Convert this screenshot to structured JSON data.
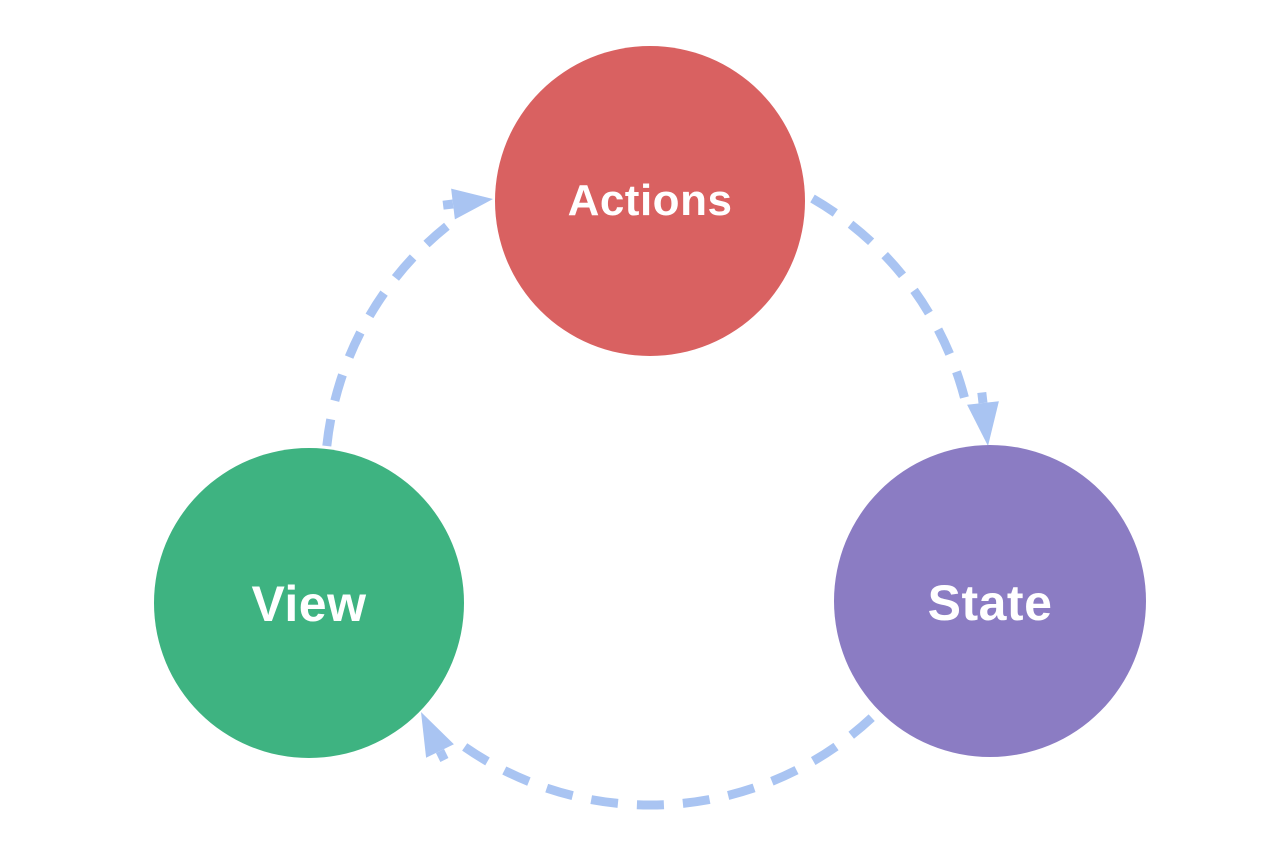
{
  "diagram": {
    "type": "cycle-flow",
    "background": "#ffffff",
    "arrow_color": "#a9c4f2",
    "nodes": [
      {
        "id": "actions",
        "label": "Actions",
        "color": "#d96161",
        "label_color": "#ffffff"
      },
      {
        "id": "state",
        "label": "State",
        "color": "#8b7cc3",
        "label_color": "#ffffff"
      },
      {
        "id": "view",
        "label": "View",
        "color": "#3eb381",
        "label_color": "#ffffff"
      }
    ],
    "edges": [
      {
        "from": "Actions",
        "to": "State"
      },
      {
        "from": "State",
        "to": "View"
      },
      {
        "from": "View",
        "to": "Actions"
      }
    ]
  }
}
